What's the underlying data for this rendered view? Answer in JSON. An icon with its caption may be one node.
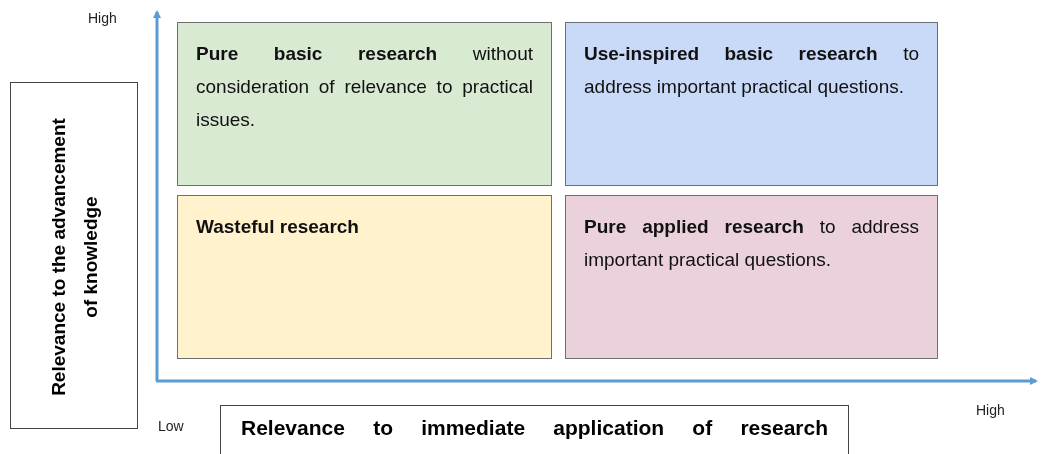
{
  "diagram": {
    "nodes": [
      {
        "text": [
          "**Pure basic research** without consideration of relevance to practical issues."
        ]
      },
      {
        "text": [
          "**Use-inspired basic research** to address important practical questions."
        ]
      },
      {
        "text": [
          "Wasteful research"
        ]
      },
      {
        "text": [
          "**Pure applied research** to address important practical questions."
        ]
      },
      {
        "text": [
          "Relevance to the advancement of knowledge"
        ]
      },
      {
        "text": [
          "Relevance to immediate application of research"
        ]
      }
    ],
    "edges": [],
    "labels": [
      "High",
      "Low",
      "High"
    ]
  }
}
